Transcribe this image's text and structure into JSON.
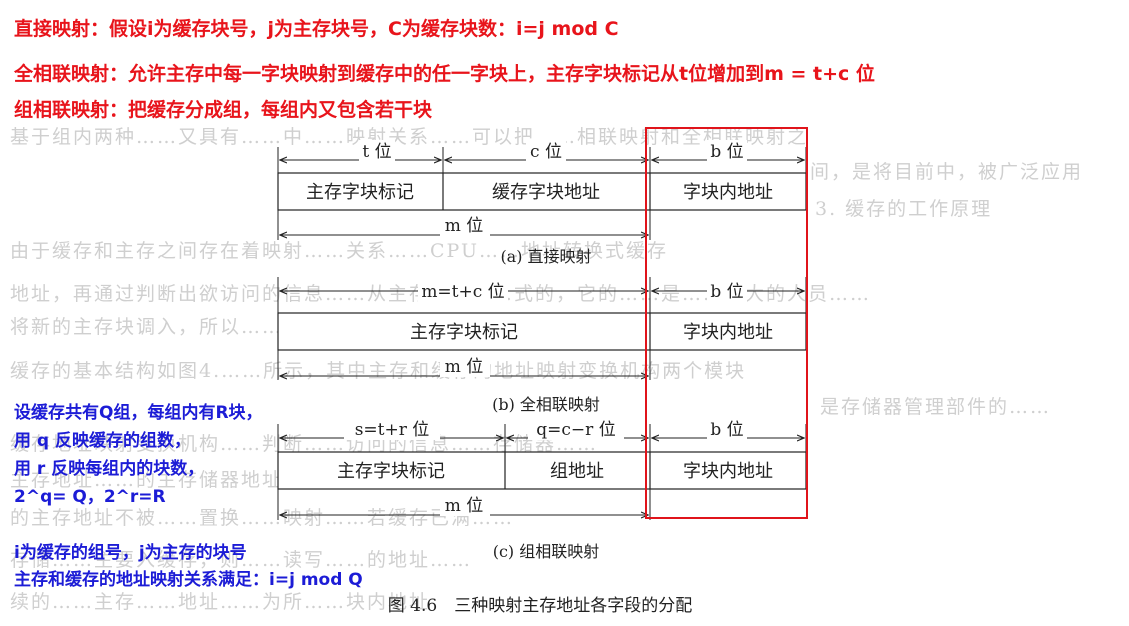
{
  "annotations": {
    "direct": "直接映射：假设i为缓存块号，j为主存块号，C为缓存块数：i=j mod C",
    "fully": "全相联映射：允许主存中每一字块映射到缓存中的任一字块上，主存字块标记从t位增加到m = t+c 位",
    "set": "组相联映射：把缓存分成组，每组内又包含若干块",
    "blue_lines": [
      "设缓存共有Q组，每组内有R块，",
      "用 q 反映缓存的组数，",
      "用 r 反映每组内的块数，",
      "2^q= Q，2^r=R"
    ],
    "blue_lines2": [
      "i为缓存的组号，j为主存的块号",
      "主存和缓存的地址映射关系满足：i=j mod Q"
    ]
  },
  "figure": {
    "a": {
      "top_labels": [
        "t 位",
        "c 位",
        "b 位"
      ],
      "cells": [
        "主存字块标记",
        "缓存字块地址",
        "字块内地址"
      ],
      "bottom_label": "m 位",
      "caption": "(a) 直接映射"
    },
    "b": {
      "top_labels": [
        "m=t+c 位",
        "b 位"
      ],
      "cells": [
        "主存字块标记",
        "字块内地址"
      ],
      "bottom_label": "m 位",
      "caption": "(b) 全相联映射"
    },
    "c": {
      "top_labels": [
        "s=t+r 位",
        "q=c−r 位",
        "b 位"
      ],
      "cells": [
        "主存字块标记",
        "组地址",
        "字块内地址"
      ],
      "bottom_label": "m 位",
      "caption": "(c) 组相联映射"
    },
    "figure_caption": "图 4.6　三种映射主存地址各字段的分配"
  },
  "colors": {
    "red_text": "#e8141b",
    "blue_text": "#1c1cd6",
    "highlight_box": "#e0141b"
  }
}
